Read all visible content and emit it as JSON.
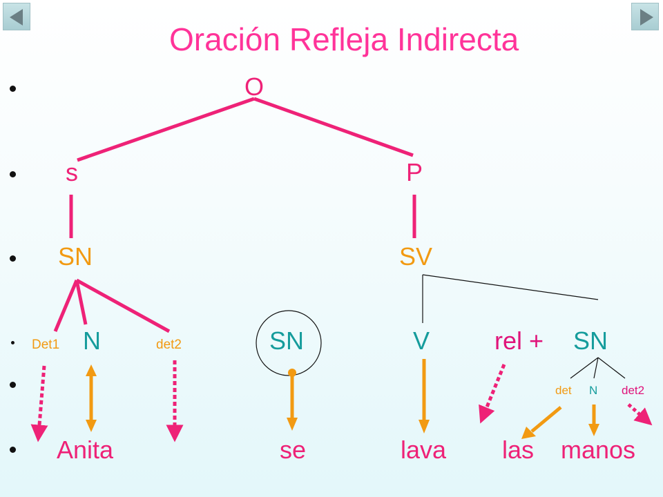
{
  "title": "Oración Refleja Indirecta",
  "nav": {
    "prev_icon": "triangle-left-icon",
    "next_icon": "triangle-right-icon"
  },
  "tree": {
    "root": "O",
    "subject": "s",
    "predicate": "P",
    "sn": "SN",
    "sv": "SV",
    "det1": "Det1",
    "n": "N",
    "det2": "det2",
    "sn_circled": "SN",
    "v": "V",
    "rel": "rel +",
    "sn2": "SN",
    "det_small": "det",
    "n_small": "N",
    "det2_small": "det2"
  },
  "sentence": {
    "anita": "Anita",
    "se": "se",
    "lava": "lava",
    "las": "las",
    "manos": "manos"
  },
  "colors": {
    "title": "#ff3399",
    "pink": "#ee2277",
    "orange": "#f29a12",
    "teal": "#159c9c"
  }
}
